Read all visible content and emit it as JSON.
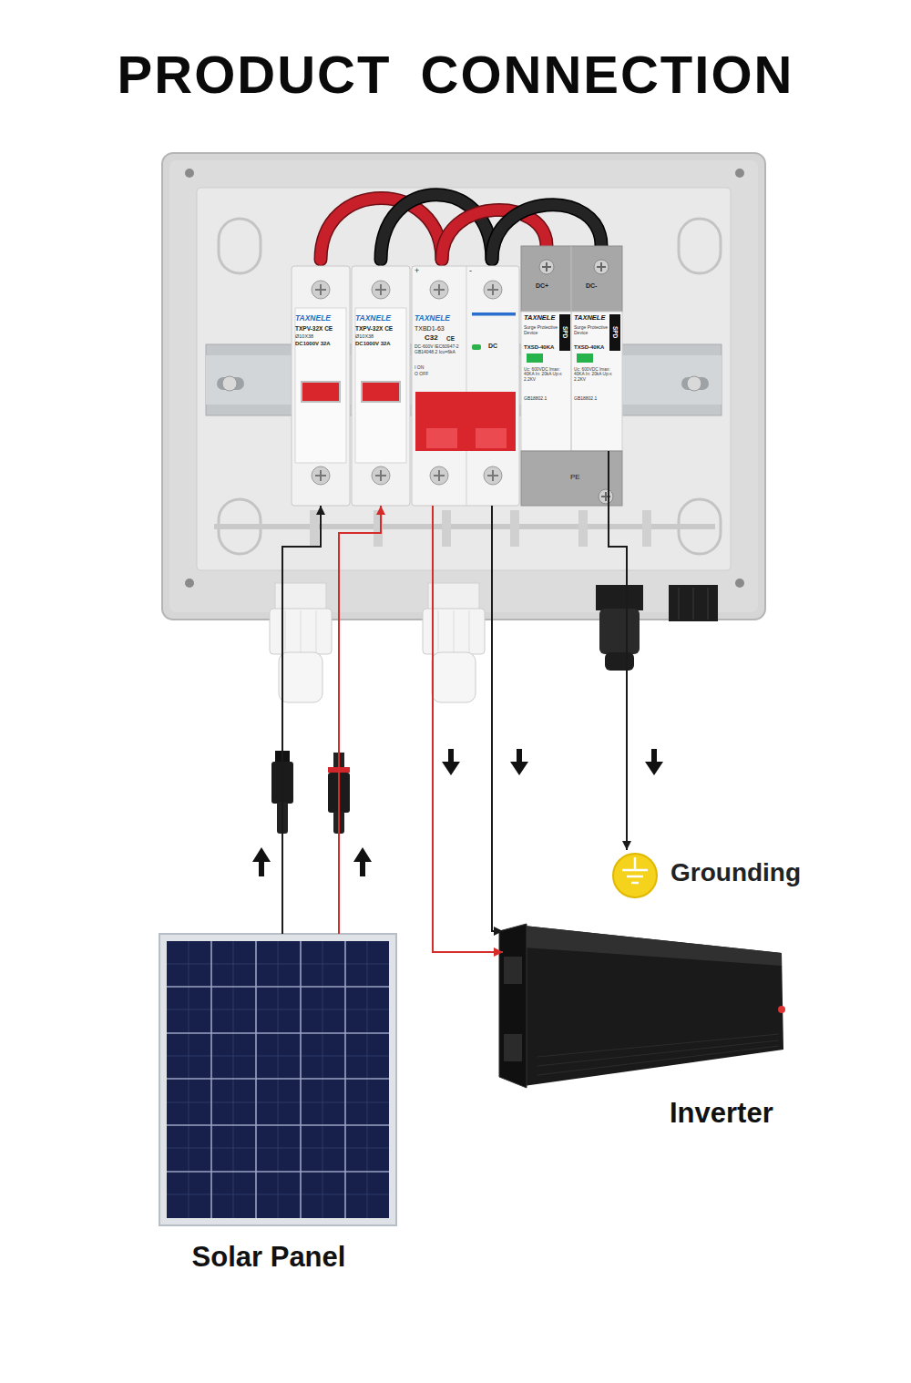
{
  "diagram": {
    "title": "PRODUCT CONNECTION",
    "nodes": [
      {
        "text": [
          "TAXNELE",
          "TXPV-32X CE",
          "Ø10X38",
          "DC1000V 32A"
        ]
      },
      {
        "text": [
          "TAXNELE",
          "TXPV-32X CE",
          "Ø10X38",
          "DC1000V 32A"
        ]
      },
      {
        "text": [
          "+",
          "TAXNELE",
          "TXBD1-63",
          "C32",
          "CE",
          "DC-600V IEC60947-2 GB14048.2 Icu=6kA",
          "I ON",
          "O OFF"
        ]
      },
      {
        "text": [
          "-",
          "DC"
        ]
      },
      {
        "text": [
          "DC+",
          "TAXNELE",
          "Surge Protective Device",
          "SPD",
          "TXSD-40KA",
          "Uc: 600VDC Imax: 40KA In: 20kA Up:≤ 2.2KV",
          "GB18802.1"
        ]
      },
      {
        "text": [
          "DC-",
          "TAXNELE",
          "Surge Protective Device",
          "SPD",
          "TXSD-40KA",
          "Uc: 600VDC Imax: 40KA In: 20kA Up:≤ 2.2KV",
          "GB18802.1"
        ]
      },
      {
        "text": [
          "Solar Panel"
        ]
      },
      {
        "text": [
          "Inverter"
        ]
      },
      {
        "text": [
          "Grounding"
        ]
      }
    ],
    "edges": [
      {
        "from": 6,
        "to": 0,
        "arrow": "to"
      },
      {
        "from": 6,
        "to": 1,
        "arrow": "to"
      },
      {
        "from": 2,
        "to": 7,
        "arrow": "to"
      },
      {
        "from": 3,
        "to": 7,
        "arrow": "to"
      },
      {
        "from": 5,
        "to": 8,
        "arrow": "to"
      }
    ],
    "labels": [
      "PE"
    ]
  }
}
